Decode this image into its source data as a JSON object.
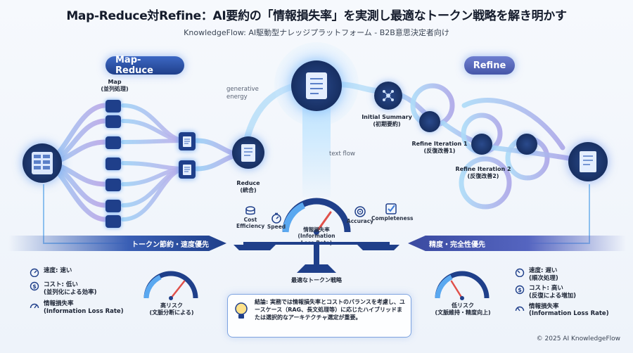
{
  "header": {
    "title": "Map-Reduce対Refine：AI要約の「情報損失率」を実測し最適なトークン戦略を解き明かす",
    "subtitle": "KnowledgeFlow: AI駆動型ナレッジプラットフォーム - B2B意思決定者向け"
  },
  "map_reduce": {
    "pill": "Map-Reduce",
    "map_label": "Map",
    "map_sub": "(並列処理)",
    "reduce_label": "Reduce",
    "reduce_sub": "(統合)",
    "banner": "トークン節約・速度優先",
    "stats": [
      {
        "icon": "speedometer-icon",
        "text": "速度: 速い"
      },
      {
        "icon": "coins-icon",
        "text": "コスト: 低い\n(並列化による効率)"
      },
      {
        "icon": "gauge-icon",
        "text": "情報損失率\n(Information Loss Rate)"
      }
    ],
    "risk": "高リスク\n(文脈分断による)"
  },
  "refine": {
    "pill": "Refine",
    "initial": "Initial Summary\n(初期要約)",
    "iter1": "Refine Iteration 1\n(反復改善1)",
    "iter2": "Refine Iteration 2\n(反復改善2)",
    "banner": "精度・完全性優先",
    "stats": [
      {
        "icon": "speedometer-icon",
        "text": "速度: 遅い\n(順次処理)"
      },
      {
        "icon": "coins-icon",
        "text": "コスト: 高い\n(反復による増加)"
      },
      {
        "icon": "gauge-icon",
        "text": "情報損失率\n(Information Loss Rate)"
      }
    ],
    "risk": "低リスク\n(文脈維持・精度向上)"
  },
  "center": {
    "generative": "generative\nenergy",
    "textflow": "text flow",
    "cost": "Cost\nEfficiency",
    "speed": "Speed",
    "loss": "情報損失率\n(Information\nLoss Rate)",
    "accuracy": "Accuracy",
    "completeness": "Completeness",
    "optimal": "最適なトークン戦略",
    "conclusion": "結論: 実務では情報損失率とコストのバランスを考慮し、ユースケース（RAG、長文処理等）に応じたハイブリッドまたは選択的なアーキテクチャ選定が重要。"
  },
  "footer": {
    "copyright": "© 2025 AI KnowledgeFlow"
  },
  "colors": {
    "primary": "#1f3f8a",
    "accent": "#5aa8f0",
    "refine": "#5565c0",
    "needle": "#e0504a"
  }
}
